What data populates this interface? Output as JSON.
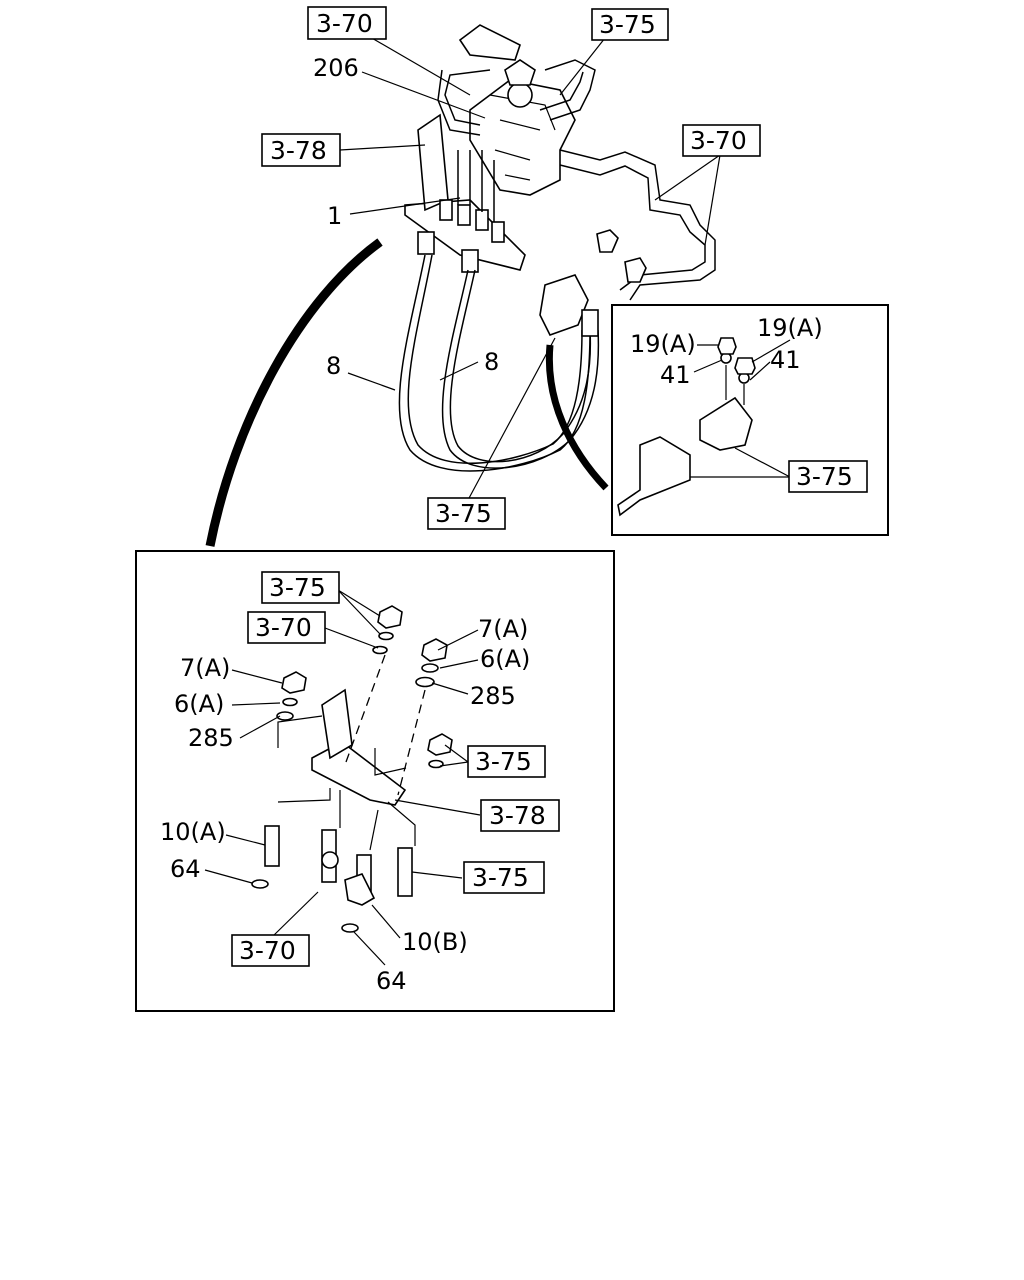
{
  "refs": {
    "r1": "3-70",
    "r2": "3-75",
    "r3": "3-78",
    "r4": "3-70",
    "r5": "3-75",
    "r6": "3-75",
    "r7": "3-75",
    "r8": "3-70",
    "r9": "3-75",
    "r10": "3-78",
    "r11": "3-75",
    "r12": "3-70"
  },
  "labels": {
    "l206": "206",
    "l1": "1",
    "l8a": "8",
    "l8b": "8",
    "l19a_left": "19(A)",
    "l19a_right": "19(A)",
    "l41_left": "41",
    "l41_right": "41",
    "l7a_right": "7(A)",
    "l6a_right": "6(A)",
    "l285_right": "285",
    "l7a_left": "7(A)",
    "l6a_left": "6(A)",
    "l285_left": "285",
    "l10a": "10(A)",
    "l64_left": "64",
    "l10b": "10(B)",
    "l64_bottom": "64"
  }
}
